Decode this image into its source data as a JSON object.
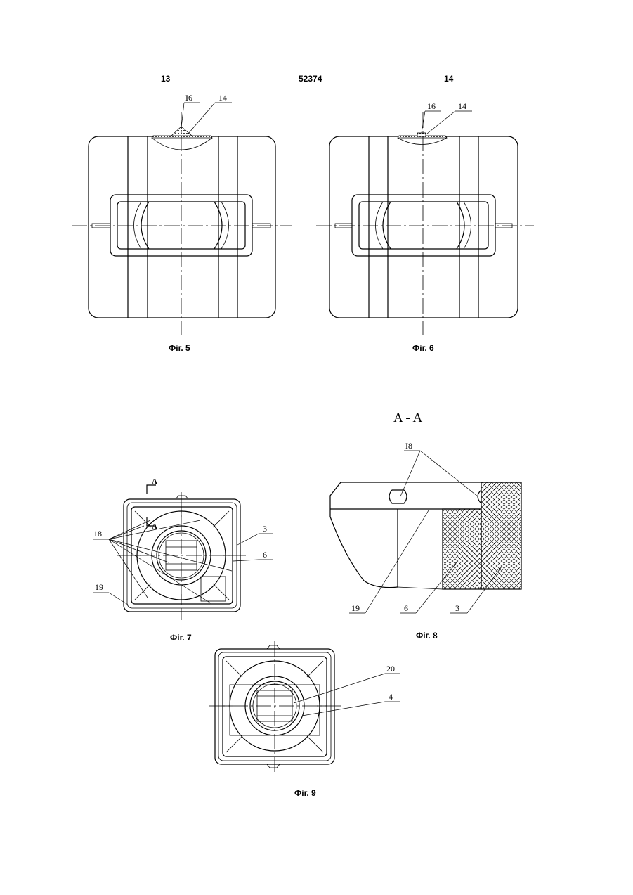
{
  "header": {
    "left_page_number": "13",
    "patent_number": "52374",
    "right_page_number": "14"
  },
  "figures": {
    "fig5": {
      "caption": "Фіг. 5",
      "labels": [
        "I6",
        "14"
      ]
    },
    "fig6": {
      "caption": "Фіг. 6",
      "labels": [
        "16",
        "14"
      ]
    },
    "fig7": {
      "caption": "Фіг. 7",
      "section_marks": [
        "A",
        "A"
      ],
      "labels": [
        "18",
        "3",
        "6",
        "19"
      ]
    },
    "fig8": {
      "section_title": "A - A",
      "caption": "Фіг. 8",
      "labels": [
        "I8",
        "19",
        "6",
        "3"
      ]
    },
    "fig9": {
      "caption": "Фіг. 9",
      "labels": [
        "20",
        "4"
      ]
    }
  }
}
